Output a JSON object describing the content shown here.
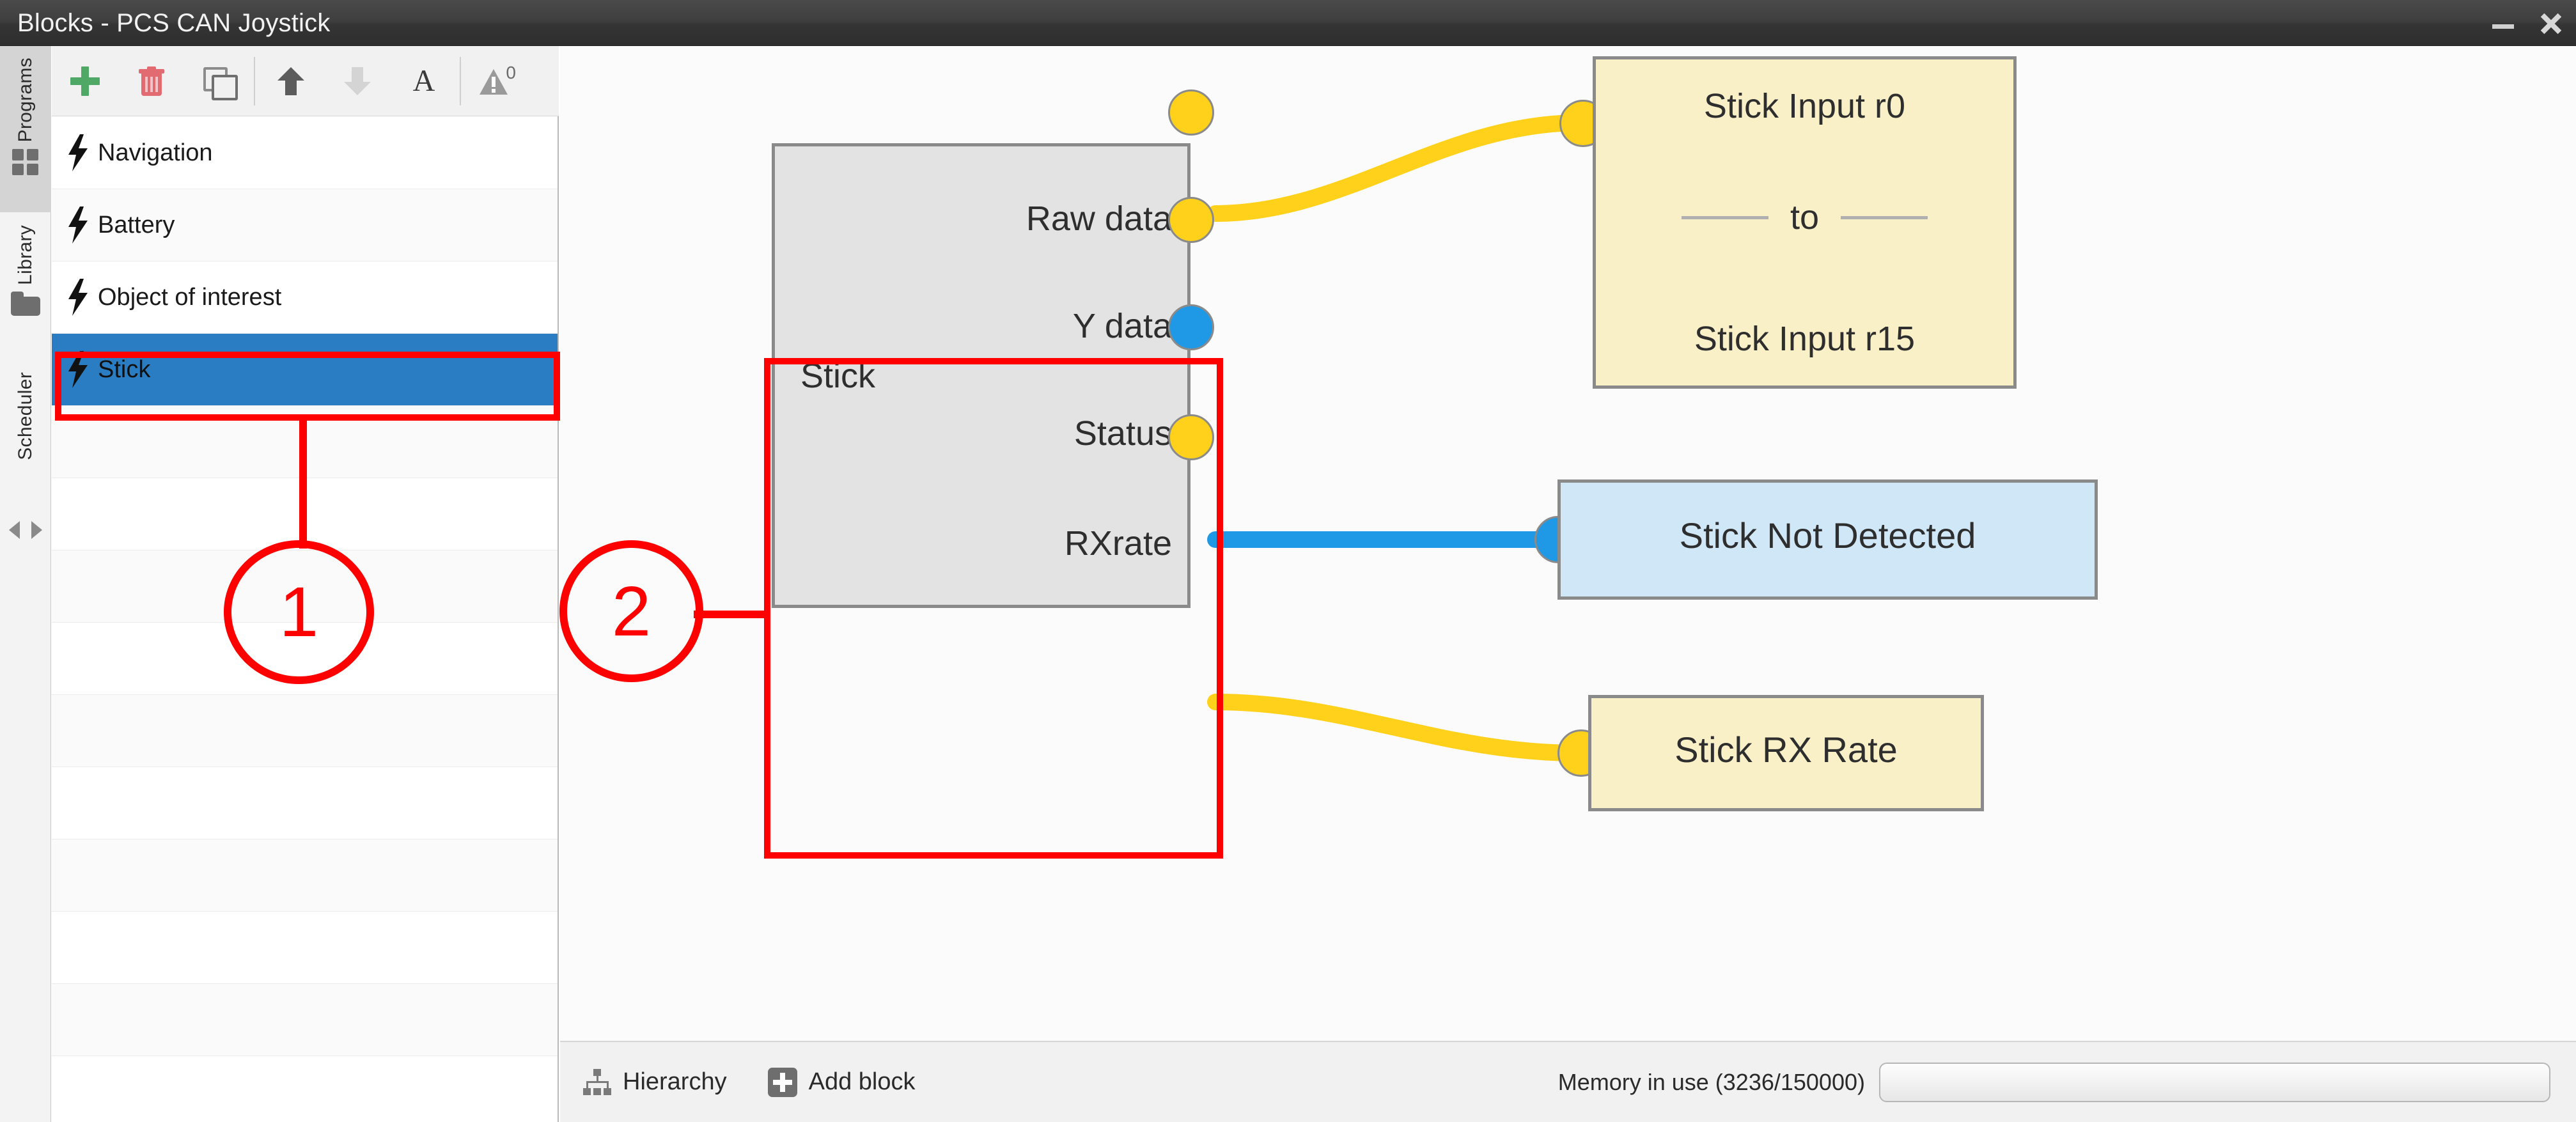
{
  "window": {
    "title": "Blocks - PCS CAN Joystick",
    "minimize_label": "Minimize",
    "close_label": "Close"
  },
  "rail": {
    "tabs": [
      {
        "label": "Programs",
        "icon": "grid-icon",
        "active": true
      },
      {
        "label": "Library",
        "icon": "book-icon",
        "active": false
      },
      {
        "label": "Scheduler",
        "icon": "none",
        "active": false
      }
    ],
    "expand_icon": "left-right-arrows-icon"
  },
  "toolbar": {
    "buttons": [
      {
        "name": "add",
        "icon": "plus-icon",
        "label": "Add"
      },
      {
        "name": "delete",
        "icon": "trash-icon",
        "label": "Delete"
      },
      {
        "name": "copy",
        "icon": "copy-icon",
        "label": "Copy"
      },
      {
        "name": "move-up",
        "icon": "arrow-up-icon",
        "label": "Move up"
      },
      {
        "name": "move-down",
        "icon": "arrow-down-icon",
        "label": "Move down"
      },
      {
        "name": "rename",
        "icon": "letter-a-icon",
        "label": "Rename"
      },
      {
        "name": "warnings",
        "icon": "warning-triangle-icon",
        "label": "Warnings"
      }
    ],
    "warning_count": "0"
  },
  "program_list": {
    "items": [
      {
        "label": "Navigation",
        "icon": "lightning-bolt-icon",
        "selected": false
      },
      {
        "label": "Battery",
        "icon": "lightning-bolt-icon",
        "selected": false
      },
      {
        "label": "Object of interest",
        "icon": "lightning-bolt-icon",
        "selected": false
      },
      {
        "label": "Stick",
        "icon": "lightning-bolt-icon",
        "selected": true
      }
    ],
    "selected_color": "#2a7dc2"
  },
  "canvas": {
    "stick_block": {
      "title": "Stick",
      "ports": [
        {
          "label": "Raw data",
          "color": "yellow",
          "connected": true
        },
        {
          "label": "Y data",
          "color": "yellow",
          "connected": false
        },
        {
          "label": "Status",
          "color": "blue",
          "connected": true
        },
        {
          "label": "RXrate",
          "color": "yellow",
          "connected": true
        }
      ]
    },
    "input_range_block": {
      "line1": "Stick Input r0",
      "line2": "to",
      "line3": "Stick Input r15",
      "port_color": "yellow"
    },
    "not_detected_block": {
      "label": "Stick Not Detected",
      "port_color": "blue"
    },
    "rx_rate_block": {
      "label": "Stick RX Rate",
      "port_color": "yellow"
    },
    "colors": {
      "wire_yellow": "#ffd11a",
      "wire_blue": "#1f99e5",
      "block_gray": "#e3e3e3",
      "block_yellow": "#faf0c8",
      "block_blue": "#cfe7f7"
    }
  },
  "statusbar": {
    "hierarchy_label": "Hierarchy",
    "add_block_label": "Add block",
    "memory_label": "Memory in use (3236/150000)",
    "memory_used": 3236,
    "memory_total": 150000
  },
  "annotations": [
    {
      "number": "1",
      "target": "sidebar-item-stick"
    },
    {
      "number": "2",
      "target": "stick-block"
    }
  ]
}
